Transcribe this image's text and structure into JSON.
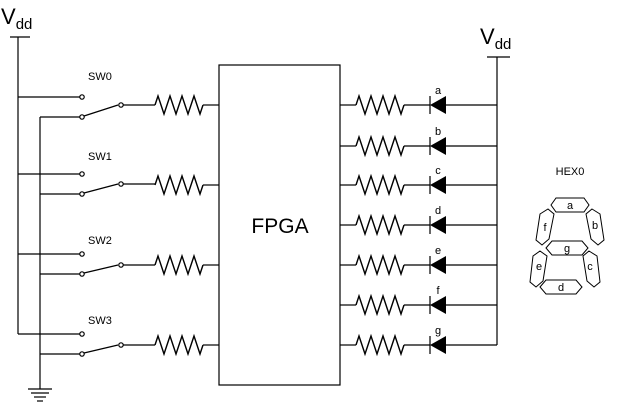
{
  "vdd_left": {
    "main": "V",
    "sub": "dd"
  },
  "vdd_right": {
    "main": "V",
    "sub": "dd"
  },
  "fpga_label": "FPGA",
  "switches": [
    {
      "label": "SW0"
    },
    {
      "label": "SW1"
    },
    {
      "label": "SW2"
    },
    {
      "label": "SW3"
    }
  ],
  "leds": [
    {
      "label": "a"
    },
    {
      "label": "b"
    },
    {
      "label": "c"
    },
    {
      "label": "d"
    },
    {
      "label": "e"
    },
    {
      "label": "f"
    },
    {
      "label": "g"
    }
  ],
  "hex": {
    "title": "HEX0",
    "segments": {
      "a": "a",
      "b": "b",
      "c": "c",
      "d": "d",
      "e": "e",
      "f": "f",
      "g": "g"
    }
  }
}
